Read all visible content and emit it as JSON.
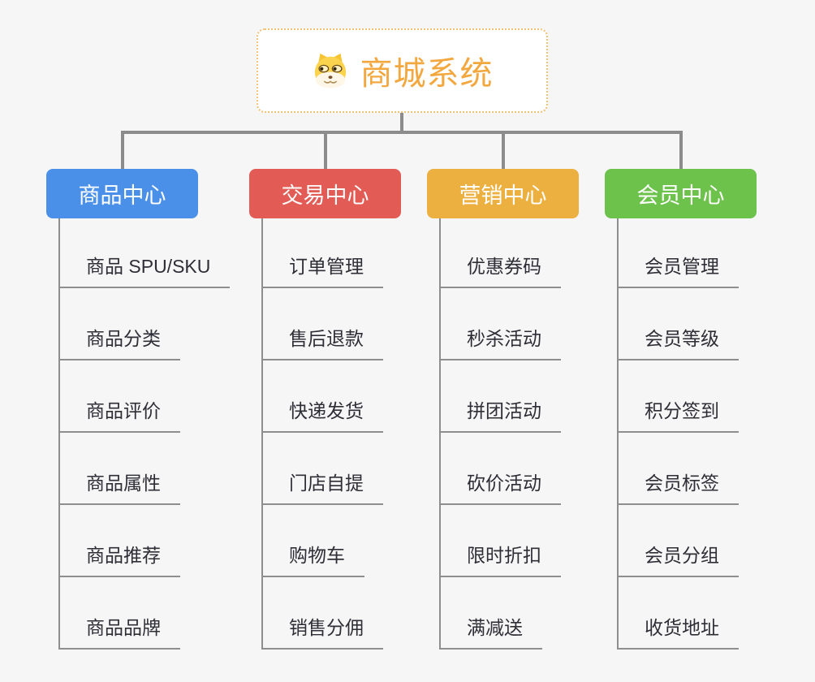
{
  "root": {
    "title": "商城系统",
    "icon": "doge-icon",
    "accent_color": "#F3A73F",
    "border_color": "#F0C074"
  },
  "connector_color": "#8C8C8C",
  "leaf_text_color": "#2E2E36",
  "branches": [
    {
      "label": "商品中心",
      "color": "#4B90E8",
      "items": [
        "商品 SPU/SKU",
        "商品分类",
        "商品评价",
        "商品属性",
        "商品推荐",
        "商品品牌"
      ]
    },
    {
      "label": "交易中心",
      "color": "#E25B55",
      "items": [
        "订单管理",
        "售后退款",
        "快递发货",
        "门店自提",
        "购物车",
        "销售分佣"
      ]
    },
    {
      "label": "营销中心",
      "color": "#ECB040",
      "items": [
        "优惠券码",
        "秒杀活动",
        "拼团活动",
        "砍价活动",
        "限时折扣",
        "满减送"
      ]
    },
    {
      "label": "会员中心",
      "color": "#6CC24A",
      "items": [
        "会员管理",
        "会员等级",
        "积分签到",
        "会员标签",
        "会员分组",
        "收货地址"
      ]
    }
  ]
}
